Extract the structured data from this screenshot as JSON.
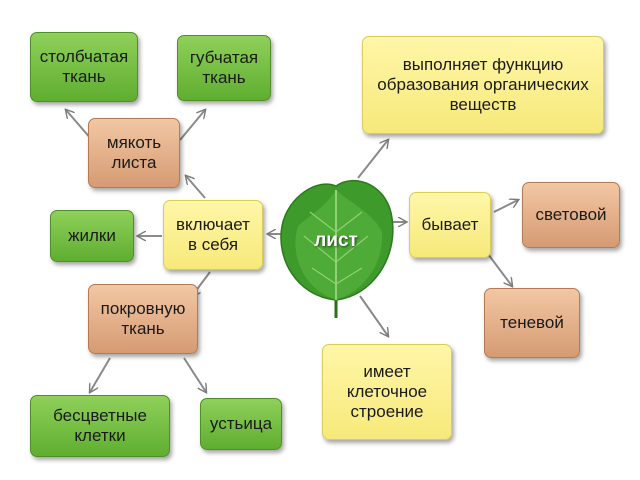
{
  "center": {
    "label": "лист"
  },
  "nodes": {
    "stolbchataya": "столбчатая ткань",
    "gubchataya": "губчатая ткань",
    "myakot": "мякоть листа",
    "zhilki": "жилки",
    "vklyuchaet": "включает в себя",
    "pokrovnaya": "покровную ткань",
    "bestsvetnye": "бесцветные клетки",
    "ustsitsa": "устьица",
    "funktsiya": "выполняет функцию образования органических веществ",
    "byvaet": "бывает",
    "svetovoy": "световой",
    "tenevoy": "теневой",
    "kletochnoe": "имеет клеточное строение"
  },
  "colors": {
    "green": "#6dbb3c",
    "tan": "#e3ad86",
    "yellow": "#fbf08f",
    "leaf": "#3f9a2c"
  }
}
